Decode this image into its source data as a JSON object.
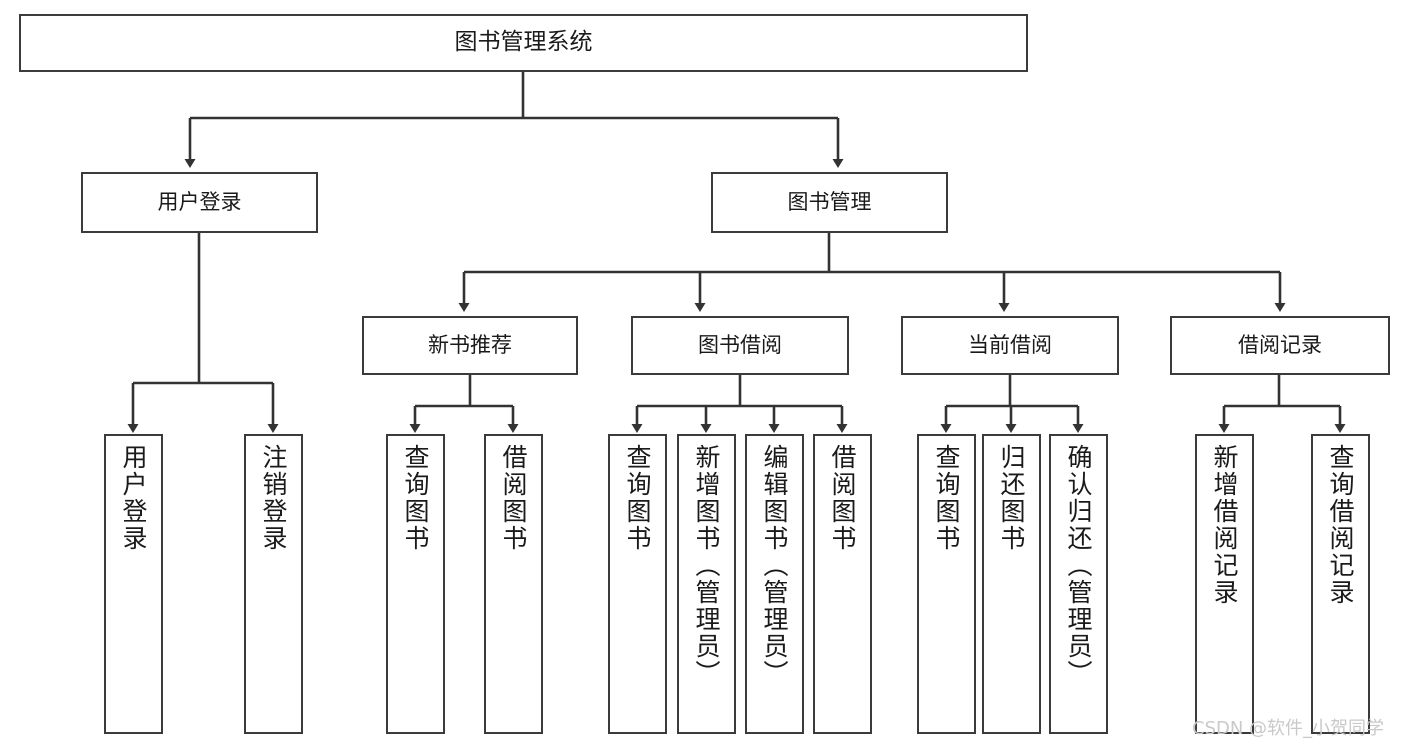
{
  "diagram": {
    "title": "图书管理系统",
    "watermark": "CSDN @软件_小贺同学",
    "colors": {
      "box_border": "#3b3b3b",
      "line": "#333333",
      "background": "#ffffff",
      "text": "#1a1a1a",
      "watermark": "#c9c9c9"
    },
    "nodes": {
      "root": {
        "label": "图书管理系统"
      },
      "level2": [
        {
          "id": "user-login",
          "label": "用户登录"
        },
        {
          "id": "book-manage",
          "label": "图书管理"
        }
      ],
      "level3": [
        {
          "id": "new-book-recommend",
          "label": "新书推荐"
        },
        {
          "id": "book-borrow",
          "label": "图书借阅"
        },
        {
          "id": "current-borrow",
          "label": "当前借阅"
        },
        {
          "id": "borrow-record",
          "label": "借阅记录"
        }
      ],
      "leaves": {
        "user_login": [
          {
            "id": "leaf-user-login",
            "label": "用户登录"
          },
          {
            "id": "leaf-logout-login",
            "label": "注销登录"
          }
        ],
        "new_book_recommend": [
          {
            "id": "leaf-query-book-1",
            "label": "查询图书"
          },
          {
            "id": "leaf-borrow-book-1",
            "label": "借阅图书"
          }
        ],
        "book_borrow": [
          {
            "id": "leaf-query-book-2",
            "label": "查询图书"
          },
          {
            "id": "leaf-add-book",
            "label": "新增图书（管理员）"
          },
          {
            "id": "leaf-edit-book",
            "label": "编辑图书（管理员）"
          },
          {
            "id": "leaf-borrow-book-2",
            "label": "借阅图书"
          }
        ],
        "current_borrow": [
          {
            "id": "leaf-query-book-3",
            "label": "查询图书"
          },
          {
            "id": "leaf-return-book",
            "label": "归还图书"
          },
          {
            "id": "leaf-confirm-return",
            "label": "确认归还（管理员）"
          }
        ],
        "borrow_record": [
          {
            "id": "leaf-add-record",
            "label": "新增借阅记录"
          },
          {
            "id": "leaf-query-record",
            "label": "查询借阅记录"
          }
        ]
      }
    }
  }
}
